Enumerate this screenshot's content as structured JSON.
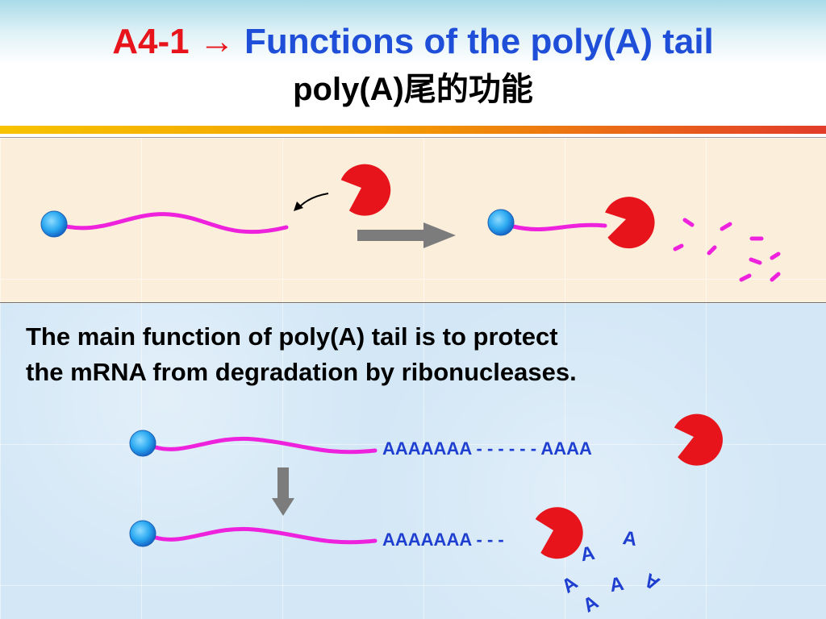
{
  "title": {
    "code": "A4-1",
    "arrow": "→",
    "main": "Functions of the poly(A) tail",
    "subtitle": "poly(A)尾的功能"
  },
  "description": {
    "line1": "The main function of poly(A) tail is to protect",
    "line2": "the mRNA from degradation by ribonucleases."
  },
  "sequences": {
    "intact": "AAAAAAA - - - - - - AAAA",
    "degraded": "AAAAAAA - - -"
  },
  "released_bases": [
    "A",
    "A",
    "A",
    "A",
    "A",
    "A"
  ],
  "colors": {
    "title_red": "#e8141c",
    "title_blue": "#1f4fd8",
    "mrna_magenta": "#ee22dd",
    "nuclease_red": "#e8141c",
    "cap_blue": "#2aa8f0",
    "sequence_blue": "#1e3fd0",
    "arrow_gray": "#7c7c7c"
  }
}
